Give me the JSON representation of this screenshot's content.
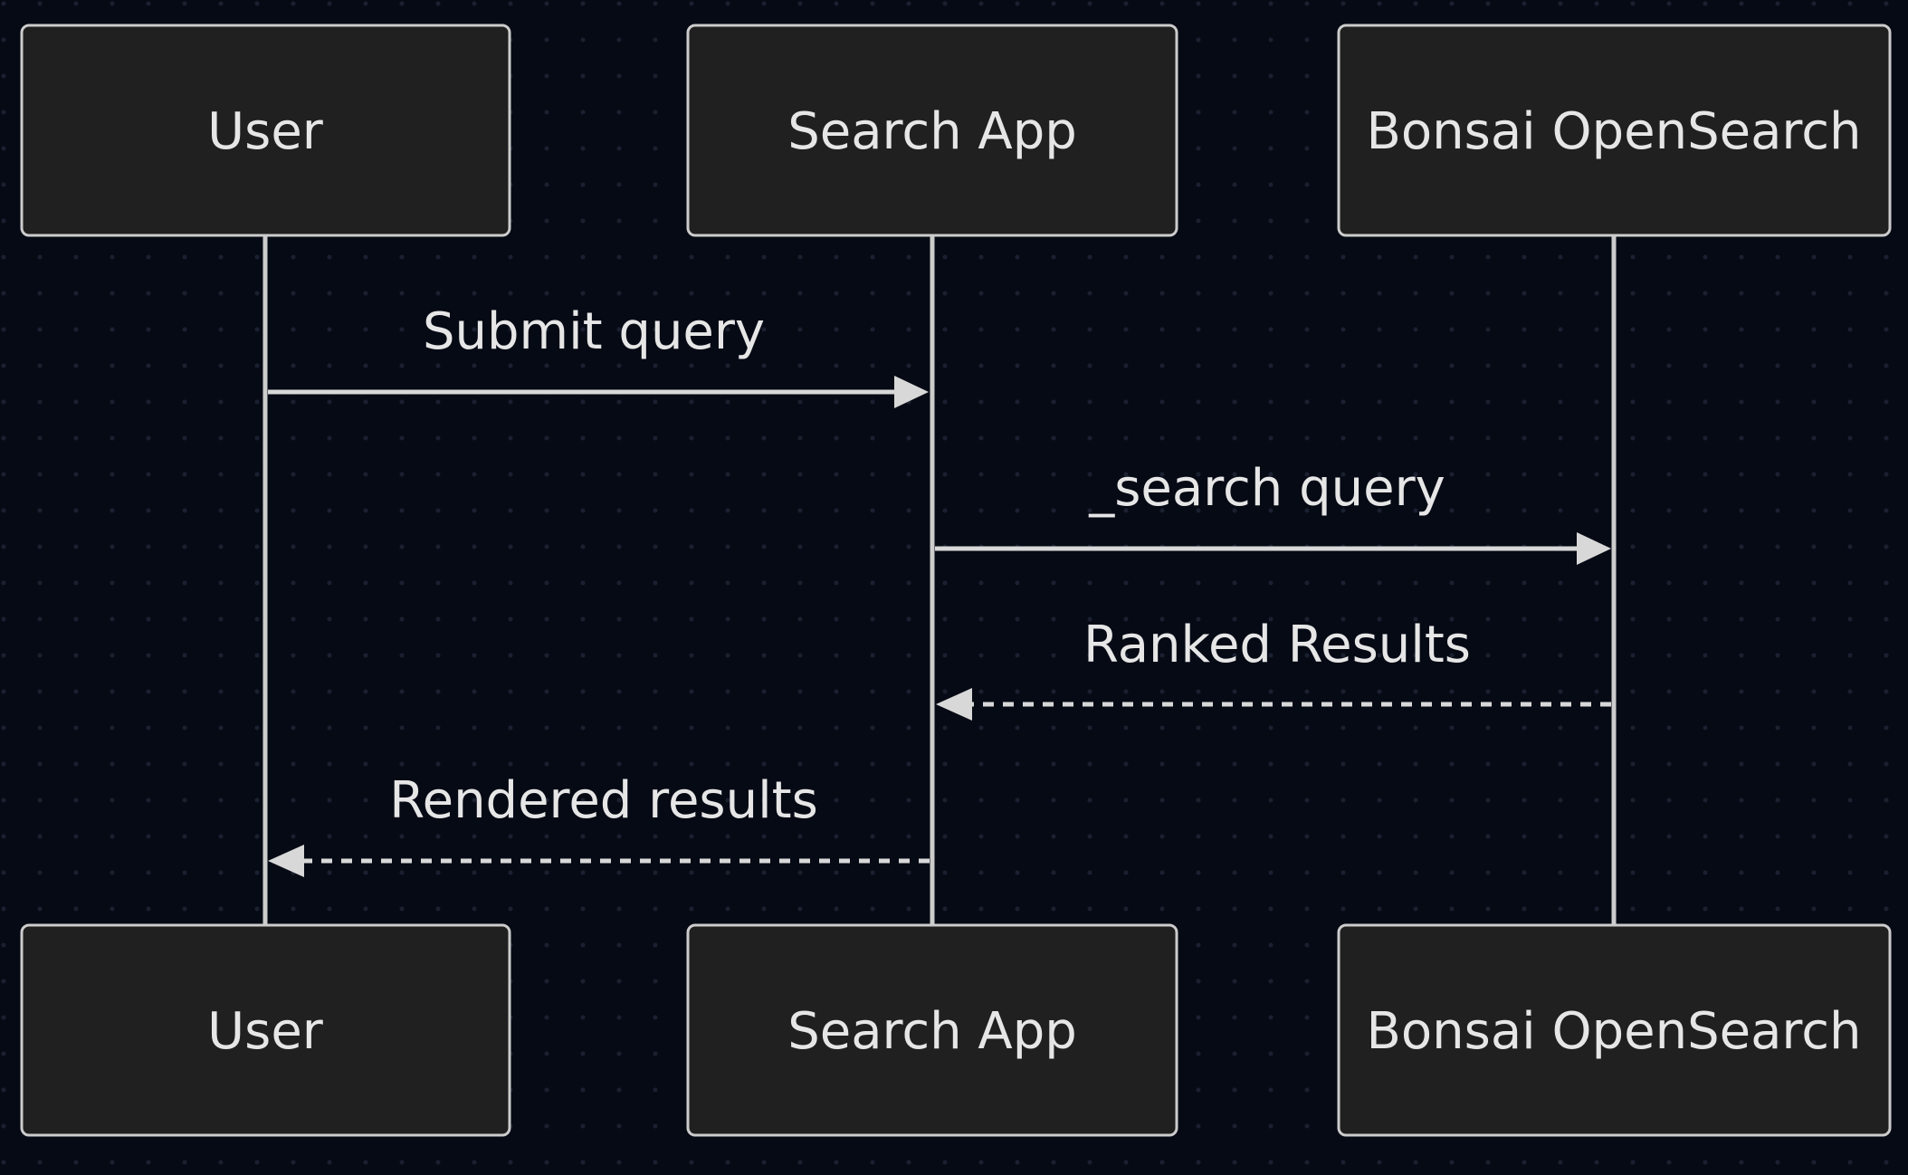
{
  "colors": {
    "background": "#060a15",
    "box_fill": "#202020",
    "box_stroke": "#cccccc",
    "line": "#d8d8d8",
    "text": "#e6e6e6"
  },
  "participants": [
    {
      "id": "user",
      "label": "User"
    },
    {
      "id": "search-app",
      "label": "Search App"
    },
    {
      "id": "bonsai-opensearch",
      "label": "Bonsai OpenSearch"
    }
  ],
  "messages": [
    {
      "from": "user",
      "to": "search-app",
      "label": "Submit query",
      "style": "solid"
    },
    {
      "from": "search-app",
      "to": "bonsai-opensearch",
      "label": "_search query",
      "style": "solid"
    },
    {
      "from": "bonsai-opensearch",
      "to": "search-app",
      "label": "Ranked Results",
      "style": "dashed"
    },
    {
      "from": "search-app",
      "to": "user",
      "label": "Rendered results",
      "style": "dashed"
    }
  ]
}
